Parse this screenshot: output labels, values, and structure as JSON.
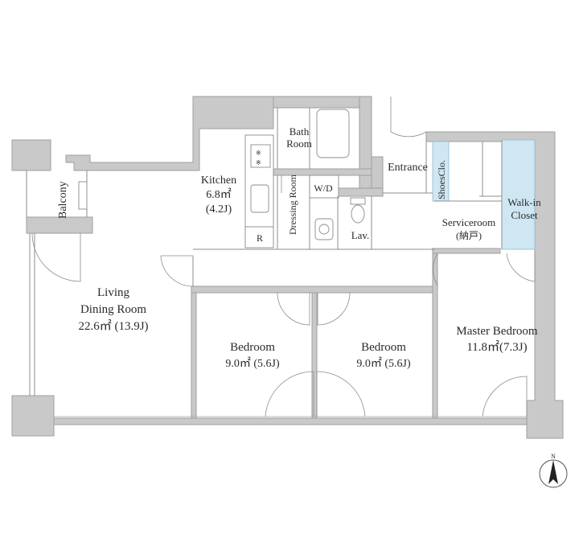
{
  "colors": {
    "wall": "#c9c9c9",
    "closet": "#cfe7f3",
    "line": "#8c8c8c",
    "text": "#2a2a2a"
  },
  "rooms": {
    "balcony": {
      "name": "Balcony"
    },
    "living": {
      "name_line1": "Living",
      "name_line2": "Dining Room",
      "area": "22.6㎡ (13.9J)"
    },
    "kitchen": {
      "name": "Kitchen",
      "area": "6.8㎡",
      "tatami": "(4.2J)",
      "fridge": "R"
    },
    "bath": {
      "name_line1": "Bath",
      "name_line2": "Room"
    },
    "dressing": {
      "name": "Dressing Room"
    },
    "washer": {
      "name": "W/D"
    },
    "lavatory": {
      "name": "Lav."
    },
    "entrance": {
      "name": "Entrance"
    },
    "shoes_closet": {
      "name": "ShoesClo."
    },
    "walkin": {
      "name_line1": "Walk-in",
      "name_line2": "Closet"
    },
    "serviceroom": {
      "name": "Serviceroom",
      "sub": "(納戸)"
    },
    "bedroom1": {
      "name": "Bedroom",
      "area": "9.0㎡ (5.6J)"
    },
    "bedroom2": {
      "name": "Bedroom",
      "area": "9.0㎡ (5.6J)"
    },
    "master": {
      "name": "Master Bedroom",
      "area": "11.8㎡(7.3J)"
    }
  },
  "compass": {
    "label": "N"
  },
  "icons": {
    "stove": "stove-icon",
    "sink": "sink-icon",
    "bathtub": "bathtub-icon",
    "toilet": "toilet-icon",
    "washbasin": "washbasin-icon",
    "compass": "north-arrow-icon"
  }
}
